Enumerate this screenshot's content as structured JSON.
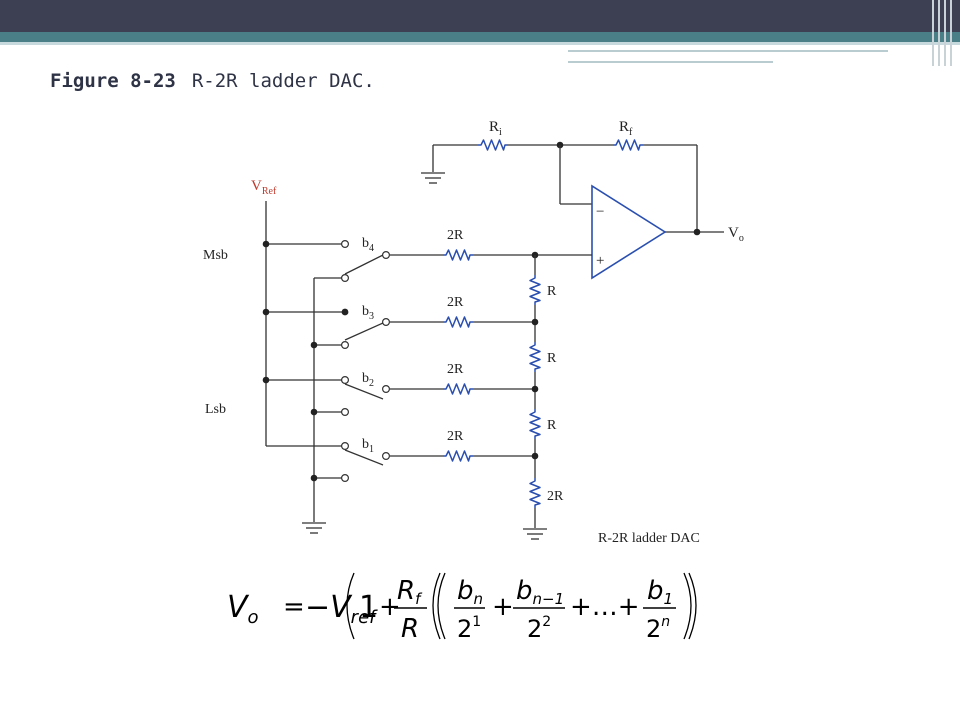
{
  "slide": {
    "figure_label": "Figure 8-23",
    "figure_caption": "R-2R ladder DAC."
  },
  "schematic": {
    "vref_main": "V",
    "vref_sub": "Ref",
    "msb_label": "Msb",
    "lsb_label": "Lsb",
    "ri_main": "R",
    "ri_sub": "i",
    "rf_main": "R",
    "rf_sub": "f",
    "vo_main": "V",
    "vo_sub": "o",
    "minus": "−",
    "plus": "+",
    "caption": "R-2R ladder DAC",
    "bits": [
      {
        "main": "b",
        "sub": "4"
      },
      {
        "main": "b",
        "sub": "3"
      },
      {
        "main": "b",
        "sub": "2"
      },
      {
        "main": "b",
        "sub": "1"
      }
    ],
    "branch_resistors": [
      "2R",
      "2R",
      "2R",
      "2R"
    ],
    "ladder_resistors": [
      "R",
      "R",
      "R",
      "2R"
    ]
  },
  "formula": {
    "vo": "V",
    "vo_sub": "o",
    "equals": "=",
    "neg_v": "−V",
    "ref_sub": "ref",
    "one": "1",
    "plus": "+",
    "rf_num": "R",
    "rf_num_sub": "f",
    "r_den": "R",
    "t1_num": "b",
    "t1_num_sub": "n",
    "t1_den": "2",
    "t1_den_sup": "1",
    "t2_num": "b",
    "t2_num_sub": "n−1",
    "t2_den": "2",
    "t2_den_sup": "2",
    "dots": "+…+",
    "t3_num": "b",
    "t3_num_sub": "1",
    "t3_den": "2",
    "t3_den_sup": "n"
  }
}
